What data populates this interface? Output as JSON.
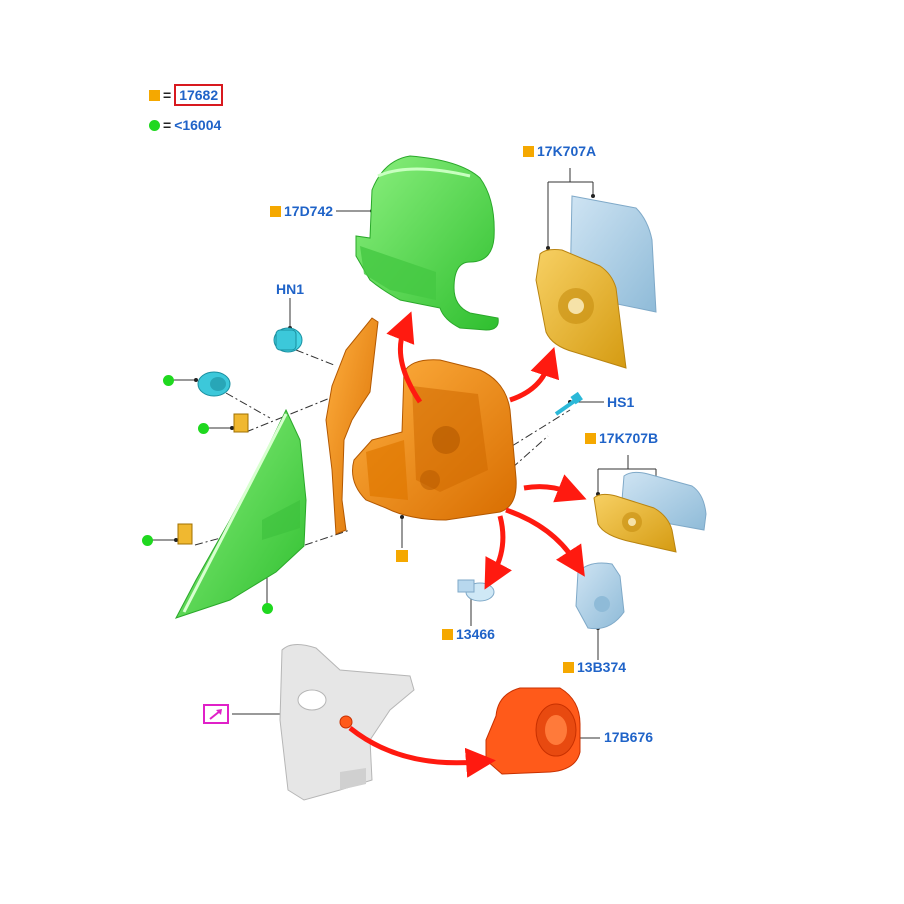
{
  "legend": {
    "square_prefix": "=",
    "square_code": "17682",
    "circle_prefix": "=",
    "circle_code": "<16004"
  },
  "callouts": {
    "cover": "17D742",
    "glass_upper": "17K707A",
    "glass_lower": "17K707B",
    "nut": "HN1",
    "screw": "HS1",
    "bulb": "13466",
    "lamp": "13B374",
    "motor": "17B676"
  },
  "icons": {
    "square": "orange-square-icon",
    "circle": "green-circle-icon",
    "reference": "arrow-reference-icon"
  },
  "colors": {
    "accent_text": "#1f63c8",
    "square_marker": "#f5a800",
    "circle_marker": "#1fd81f",
    "highlight_box": "#d8191f",
    "reference_box": "#e020c8",
    "explode_arrow": "#ff1a10",
    "cover_part": "#4fd84a",
    "housing_part": "#f08a00",
    "glass_part": "#a8cde6",
    "motor_part": "#ff5a1a",
    "bracket_part": "#e4e4e4",
    "clip_part": "#3fd0e0"
  }
}
